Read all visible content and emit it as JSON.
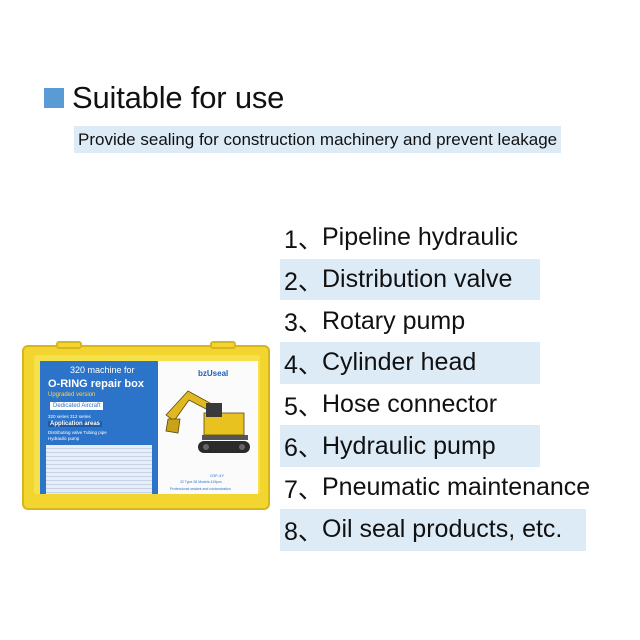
{
  "heading": {
    "title": "Suitable for use",
    "accent_color": "#5b9bd5"
  },
  "subtitle": "Provide sealing for construction machinery and prevent leakage",
  "highlight_color": "#ddebf7",
  "uses": [
    {
      "num": "1、",
      "label": "Pipeline hydraulic"
    },
    {
      "num": "2、",
      "label": "Distribution valve"
    },
    {
      "num": "3、",
      "label": "Rotary pump"
    },
    {
      "num": "4、",
      "label": "Cylinder head"
    },
    {
      "num": "5、",
      "label": "Hose connector"
    },
    {
      "num": "6、",
      "label": "Hydraulic pump"
    },
    {
      "num": "7、",
      "label": "Pneumatic maintenance"
    },
    {
      "num": "8、",
      "label": "Oil seal products, etc."
    }
  ],
  "product": {
    "line1": "320 machine for",
    "line2": "O-RING repair box",
    "line3": "Upgraded version",
    "line4": "Dedicated Aircraft",
    "line5": "320 series   312 series",
    "line6": "Application areas",
    "line7": "Distributing valve   Tubing pipe",
    "line8": "Hydraulic pump",
    "brand": "bzUseal",
    "footer1": "G3F-4Y",
    "footer2": "32 Type 28 Models 419pcs",
    "footer3": "Professional sealant and customization"
  }
}
